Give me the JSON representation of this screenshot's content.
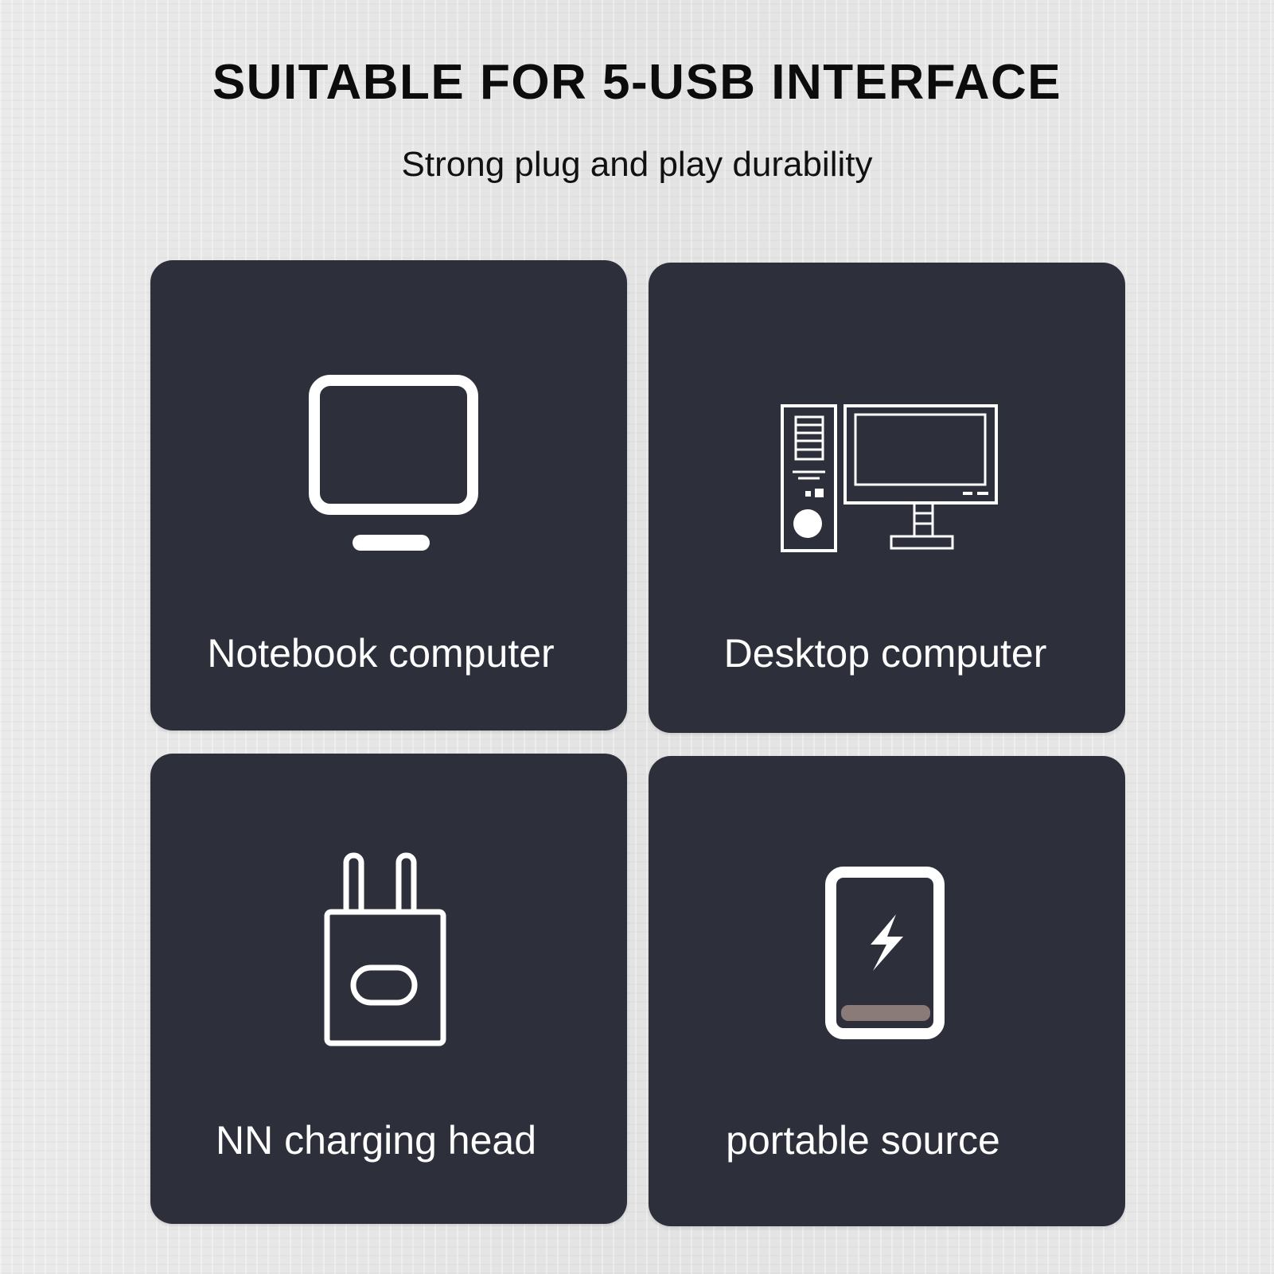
{
  "header": {
    "title": "SUITABLE FOR 5-USB INTERFACE",
    "subtitle": "Strong plug and play durability"
  },
  "cards": [
    {
      "label": "Notebook computer",
      "icon": "monitor-icon"
    },
    {
      "label": "Desktop computer",
      "icon": "desktop-computer-icon"
    },
    {
      "label": "NN charging head",
      "icon": "wall-charger-icon"
    },
    {
      "label": "portable source",
      "icon": "power-bank-icon"
    }
  ],
  "colors": {
    "card_background": "#2d303b",
    "icon_stroke": "#ffffff",
    "power_bank_bar": "#8a7a78",
    "title_text": "#0c0c0c"
  }
}
